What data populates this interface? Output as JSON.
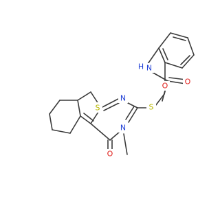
{
  "structure": {
    "atoms": [
      {
        "id": "S_thioether",
        "label": "S",
        "color": "#b8b800"
      },
      {
        "id": "N_amide",
        "label": "N",
        "color": "#1f3fd6"
      },
      {
        "id": "H_amide",
        "label": "H",
        "color": "#1f3fd6"
      },
      {
        "id": "O_amide",
        "label": "O",
        "color": "#e0201c"
      },
      {
        "id": "O_methoxy",
        "label": "O",
        "color": "#e0201c"
      },
      {
        "id": "S_thiophene",
        "label": "S",
        "color": "#b8b800"
      },
      {
        "id": "N_pyrimidine",
        "label": "N",
        "color": "#1f3fd6"
      },
      {
        "id": "N_methyl",
        "label": "N",
        "color": "#1f3fd6"
      },
      {
        "id": "O_carbonyl",
        "label": "O",
        "color": "#e0201c"
      }
    ]
  }
}
